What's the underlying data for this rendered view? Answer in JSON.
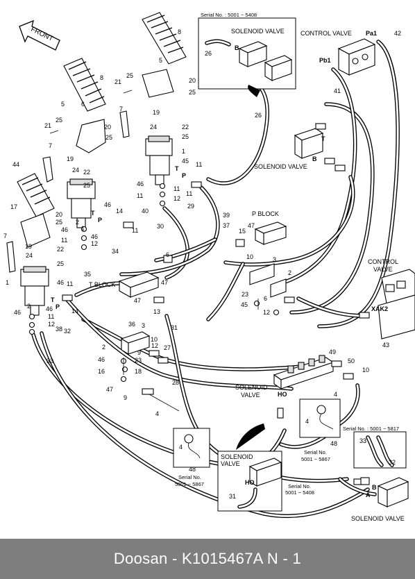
{
  "footer": {
    "text": "Doosan - K1015467A     N - 1"
  },
  "labels": {
    "front": "FRONT",
    "control_valve_top": "CONTROL VALVE",
    "control_valve_right_1": "CONTROL",
    "control_valve_right_2": "VALVE",
    "solenoid_valve_top": "SOLENOID VALVE",
    "solenoid_valve_mid": "SOLENOID VALVE",
    "solenoid_valve_center_1": "SOLENOID",
    "solenoid_valve_center_2": "VALVE",
    "solenoid_valve_bottom_box_1": "SOLENOID",
    "solenoid_valve_bottom_box_2": "VALVE",
    "solenoid_valve_bottom_right": "SOLENOID VALVE",
    "p_block": "P BLOCK",
    "t_block": "T BLOCK",
    "ho_1": "HO",
    "ho_2": "HO",
    "pa1": "Pa1",
    "pb1": "Pb1",
    "xak2": "XAK2",
    "port_t": "T",
    "port_p": "P",
    "port_a": "A",
    "port_b": "B"
  },
  "serial_notes": {
    "top_box": "Serial No. : 5001 ~ 5408",
    "bottom_left_1": "Serial No.",
    "bottom_left_2": "5001 ~ 5867",
    "middle_right_1": "Serial No.",
    "middle_right_2": "5001 ~ 5867",
    "right_box": "Serial No. : 5001 ~ 5817",
    "bottom_center_1": "Serial No.",
    "bottom_center_2": "5001 ~ 5408"
  },
  "callouts": [
    "1",
    "2",
    "3",
    "4",
    "5",
    "6",
    "7",
    "8",
    "9",
    "10",
    "11",
    "12",
    "13",
    "14",
    "15",
    "16",
    "17",
    "18",
    "19",
    "20",
    "21",
    "22",
    "23",
    "24",
    "25",
    "26",
    "27",
    "28",
    "29",
    "30",
    "31",
    "32",
    "33",
    "34",
    "35",
    "36",
    "37",
    "38",
    "39",
    "40",
    "41",
    "42",
    "43",
    "44",
    "45",
    "46",
    "47",
    "48",
    "49",
    "50"
  ]
}
